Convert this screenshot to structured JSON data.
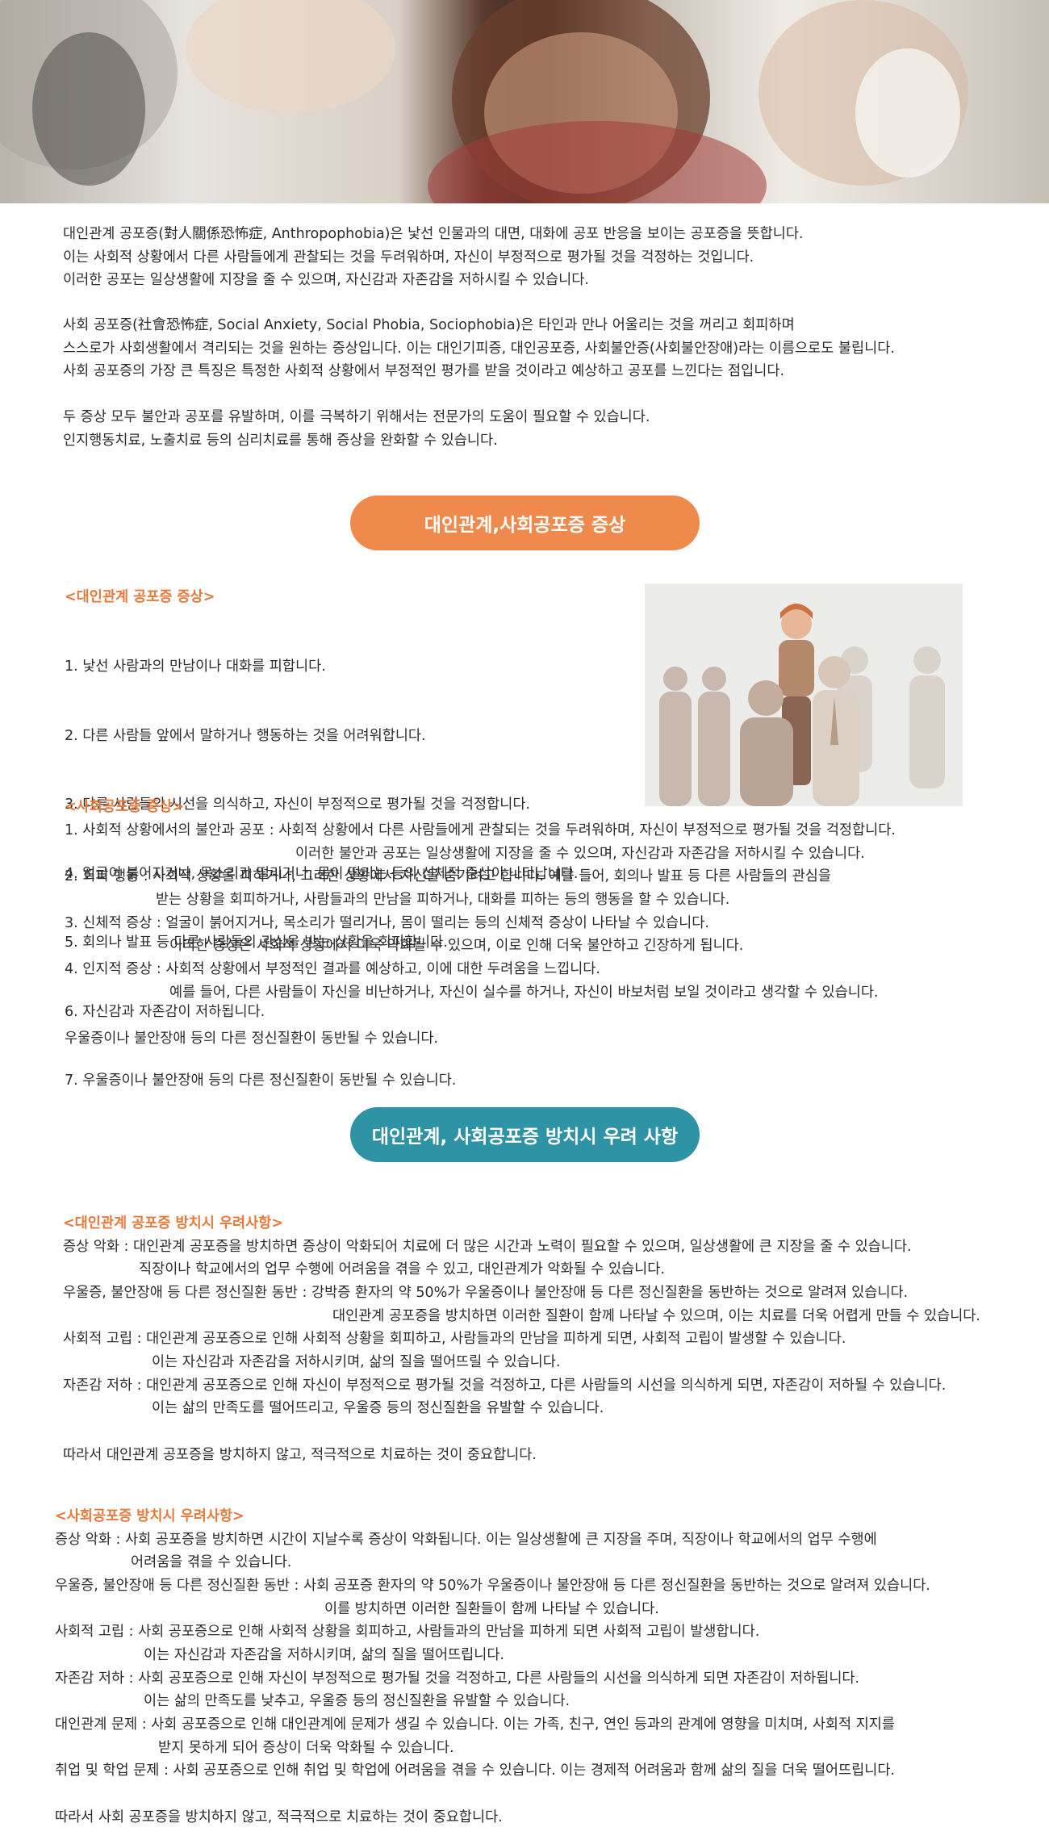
{
  "intro": {
    "p1": [
      "대인관계 공포증(對人關係恐怖症, Anthropophobia)은 낯선 인물과의 대면, 대화에 공포 반응을 보이는 공포증을 뜻합니다.",
      "이는 사회적 상황에서 다른 사람들에게 관찰되는 것을 두려워하며, 자신이 부정적으로 평가될 것을 걱정하는 것입니다.",
      "이러한 공포는 일상생활에 지장을 줄 수 있으며, 자신감과 자존감을 저하시킬 수 있습니다."
    ],
    "p2": [
      "사회 공포증(社會恐怖症, Social Anxiety, Social Phobia, Sociophobia)은 타인과 만나 어울리는 것을 꺼리고 회피하며",
      "스스로가 사회생활에서 격리되는 것을 원하는 증상입니다. 이는 대인기피증, 대인공포증, 사회불안증(사회불안장애)라는 이름으로도 불립니다.",
      "사회 공포증의 가장 큰 특징은 특정한 사회적 상황에서 부정적인 평가를 받을 것이라고 예상하고 공포를 느낀다는 점입니다."
    ],
    "p3": [
      "두 증상 모두 불안과 공포를 유발하며, 이를 극복하기 위해서는 전문가의 도움이 필요할 수 있습니다.",
      "인지행동치료, 노출치료 등의 심리치료를 통해 증상을 완화할 수 있습니다."
    ]
  },
  "section1": {
    "title": "대인관계,사회공포증 증상",
    "color": "#ef8a4c",
    "sub1_title": "<대인관계 공포증 증상>",
    "sub1_items": [
      "1. 낯선 사람과의 만남이나 대화를 피합니다.",
      "2. 다른 사람들 앞에서 말하거나 행동하는 것을 어려워합니다.",
      "3. 다른 사람들의 시선을 의식하고, 자신이 부정적으로 평가될 것을 걱정합니다.",
      "4. 얼굴이 붉어지거나, 목소리가 떨리거나, 몸이 떨리는 등의 신체적 증상이 나타납니다.",
      "5. 회의나 발표 등 다른 사람들의 관심을 받는 상황을 회피합니다.",
      "6. 자신감과 자존감이 저하됩니다.",
      "7. 우울증이나 불안장애 등의 다른 정신질환이 동반될 수 있습니다."
    ],
    "sub2_title": "<사회공포증 증상>",
    "sub2_lines": [
      "1. 사회적 상황에서의 불안과 공포 : 사회적 상황에서 다른 사람들에게 관찰되는 것을 두려워하며, 자신이 부정적으로 평가될 것을 걱정합니다.",
      "이러한 불안과 공포는 일상생활에 지장을 줄 수 있으며, 자신감과 자존감을 저하시킬 수 있습니다.",
      "2. 회피 행동 : 사회적 상황을 피하거나, 그러한 상황에서 자신을 숨기려고 합니다. 예를 들어, 회의나 발표 등 다른 사람들의 관심을",
      "받는 상황을 회피하거나, 사람들과의 만남을 피하거나, 대화를 피하는 등의 행동을 할 수 있습니다.",
      "3. 신체적 증상 : 얼굴이 붉어지거나, 목소리가 떨리거나, 몸이 떨리는 등의 신체적 증상이 나타날 수 있습니다.",
      "이러한 증상은 사회적 상황에서 더욱 악화될 수 있으며, 이로 인해 더욱 불안하고 긴장하게 됩니다.",
      "4. 인지적 증상 : 사회적 상황에서 부정적인 결과를 예상하고, 이에 대한 두려움을 느낍니다.",
      "예를 들어, 다른 사람들이 자신을 비난하거나, 자신이 실수를 하거나, 자신이 바보처럼 보일 것이라고 생각할 수 있습니다."
    ],
    "sub2_closing": "우울증이나 불안장애 등의 다른 정신질환이 동반될 수 있습니다."
  },
  "section2": {
    "title": "대인관계, 사회공포증 방치시  우려 사항",
    "color": "#2f93a6",
    "sub1_title": "<대인관계 공포증 방치시 우려사항>",
    "sub1_lines": [
      "증상 악화 : 대인관계 공포증을 방치하면 증상이 악화되어 치료에 더 많은 시간과 노력이 필요할 수 있으며, 일상생활에 큰 지장을 줄 수 있습니다.",
      "직장이나 학교에서의 업무 수행에 어려움을 겪을 수 있고, 대인관계가 악화될 수 있습니다.",
      "우울증, 불안장애 등 다른 정신질환 동반 : 강박증 환자의 약 50%가 우울증이나 불안장애 등 다른 정신질환을 동반하는 것으로 알려져 있습니다.",
      "대인관계 공포증을 방치하면 이러한 질환이 함께 나타날 수 있으며, 이는 치료를 더욱 어렵게 만들 수 있습니다.",
      "사회적 고립 : 대인관계 공포증으로 인해 사회적 상황을 회피하고, 사람들과의 만남을 피하게 되면, 사회적 고립이 발생할 수 있습니다.",
      "이는 자신감과 자존감을 저하시키며, 삶의 질을 떨어뜨릴 수 있습니다.",
      "자존감 저하 : 대인관계 공포증으로 인해 자신이 부정적으로 평가될 것을 걱정하고, 다른 사람들의 시선을 의식하게 되면, 자존감이 저하될 수 있습니다.",
      "이는 삶의 만족도를 떨어뜨리고, 우울증 등의 정신질환을 유발할 수 있습니다."
    ],
    "sub1_closing": "따라서 대인관계 공포증을 방치하지 않고, 적극적으로 치료하는 것이 중요합니다.",
    "sub2_title": "<사회공포증 방치시 우려사항>",
    "sub2_lines": [
      "증상 악화 : 사회 공포증을 방치하면 시간이 지날수록 증상이 악화됩니다. 이는 일상생활에 큰 지장을 주며, 직장이나 학교에서의 업무 수행에",
      "어려움을 겪을 수 있습니다.",
      "우울증, 불안장애 등 다른 정신질환 동반 : 사회 공포증 환자의 약 50%가 우울증이나 불안장애 등 다른 정신질환을 동반하는 것으로 알려져 있습니다.",
      "이를 방치하면 이러한 질환들이 함께 나타날 수 있습니다.",
      "사회적 고립 : 사회 공포증으로 인해 사회적 상황을 회피하고, 사람들과의 만남을 피하게 되면 사회적 고립이 발생합니다.",
      "이는 자신감과 자존감을 저하시키며, 삶의 질을 떨어뜨립니다.",
      "자존감 저하 : 사회 공포증으로 인해 자신이 부정적으로 평가될 것을 걱정하고, 다른 사람들의 시선을 의식하게 되면 자존감이 저하됩니다.",
      "이는 삶의 만족도를 낮추고, 우울증 등의 정신질환을 유발할 수 있습니다.",
      "대인관계 문제 : 사회 공포증으로 인해 대인관계에 문제가 생길 수 있습니다. 이는 가족, 친구, 연인 등과의 관계에 영향을 미치며, 사회적 지지를",
      "받지 못하게 되어 증상이 더욱 악화될 수 있습니다.",
      "취업 및 학업 문제 : 사회 공포증으로 인해 취업 및 학업에 어려움을 겪을 수 있습니다. 이는 경제적 어려움과 함께 삶의 질을 더욱 떨어뜨립니다."
    ],
    "sub2_closing": "따라서 사회 공포증을 방치하지 않고, 적극적으로 치료하는 것이 중요합니다."
  }
}
